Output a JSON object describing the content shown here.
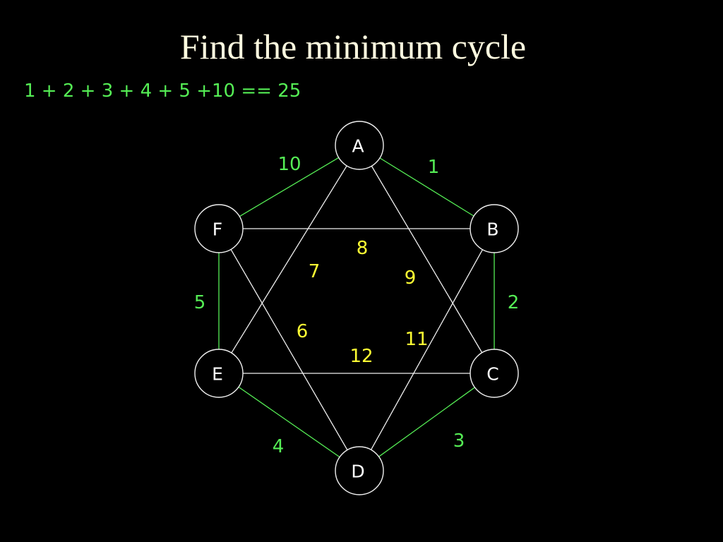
{
  "title": "Find the minimum cycle",
  "equation": "1 + 2 + 3 + 4 + 5 +10 == 25",
  "colors": {
    "background": "#000000",
    "title": "#fffbe0",
    "equation": "#55ee55",
    "cycle_edge": "#55ee55",
    "other_edge": "#f0f0f0",
    "cycle_weight": "#55ee55",
    "other_weight": "#ffff33",
    "node_stroke": "#f0f0f0",
    "node_text": "#ffffff"
  },
  "graph": {
    "nodes": [
      {
        "id": "A",
        "label": "A"
      },
      {
        "id": "B",
        "label": "B"
      },
      {
        "id": "C",
        "label": "C"
      },
      {
        "id": "D",
        "label": "D"
      },
      {
        "id": "E",
        "label": "E"
      },
      {
        "id": "F",
        "label": "F"
      }
    ],
    "edges": [
      {
        "from": "A",
        "to": "B",
        "weight": "1",
        "highlighted": true
      },
      {
        "from": "B",
        "to": "C",
        "weight": "2",
        "highlighted": true
      },
      {
        "from": "C",
        "to": "D",
        "weight": "3",
        "highlighted": true
      },
      {
        "from": "D",
        "to": "E",
        "weight": "4",
        "highlighted": true
      },
      {
        "from": "E",
        "to": "F",
        "weight": "5",
        "highlighted": true
      },
      {
        "from": "F",
        "to": "A",
        "weight": "10",
        "highlighted": true
      },
      {
        "from": "F",
        "to": "D",
        "weight": "6",
        "highlighted": false
      },
      {
        "from": "A",
        "to": "E",
        "weight": "7",
        "highlighted": false
      },
      {
        "from": "F",
        "to": "B",
        "weight": "8",
        "highlighted": false
      },
      {
        "from": "A",
        "to": "C",
        "weight": "9",
        "highlighted": false
      },
      {
        "from": "B",
        "to": "D",
        "weight": "11",
        "highlighted": false
      },
      {
        "from": "E",
        "to": "C",
        "weight": "12",
        "highlighted": false
      }
    ]
  }
}
